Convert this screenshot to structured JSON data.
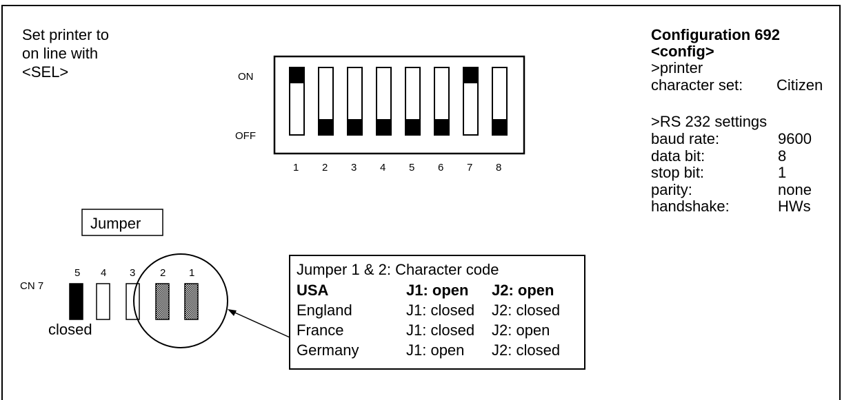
{
  "instruction": {
    "lines": [
      "Set printer to",
      "on line with",
      "<SEL>"
    ]
  },
  "dip_switch": {
    "on_label": "ON",
    "off_label": "OFF",
    "switches": [
      {
        "number": "1",
        "state": "on"
      },
      {
        "number": "2",
        "state": "off"
      },
      {
        "number": "3",
        "state": "off"
      },
      {
        "number": "4",
        "state": "off"
      },
      {
        "number": "5",
        "state": "off"
      },
      {
        "number": "6",
        "state": "off"
      },
      {
        "number": "7",
        "state": "on"
      },
      {
        "number": "8",
        "state": "off"
      }
    ]
  },
  "jumper": {
    "label": "Jumper",
    "connector_label": "CN 7",
    "closed_label": "closed",
    "pins": [
      {
        "number": "5",
        "style": "solid"
      },
      {
        "number": "4",
        "style": "empty"
      },
      {
        "number": "3",
        "style": "empty"
      },
      {
        "number": "2",
        "style": "dotted"
      },
      {
        "number": "1",
        "style": "dotted"
      }
    ]
  },
  "character_code_table": {
    "title": "Jumper 1 & 2: Character code",
    "rows": [
      {
        "country": "USA",
        "j1": "J1: open",
        "j2": "J2: open",
        "bold": true
      },
      {
        "country": "England",
        "j1": "J1: closed",
        "j2": "J2: closed",
        "bold": false
      },
      {
        "country": "France",
        "j1": "J1: closed",
        "j2": "J2: open",
        "bold": false
      },
      {
        "country": "Germany",
        "j1": "J1: open",
        "j2": "J2: closed",
        "bold": false
      }
    ]
  },
  "configuration": {
    "title": "Configuration 692",
    "subtitle": "<config>",
    "printer_header": ">printer",
    "printer_settings": [
      {
        "key": "character set:",
        "value": "Citizen"
      }
    ],
    "rs232_header": ">RS 232 settings",
    "rs232_settings": [
      {
        "key": "baud rate:",
        "value": "9600"
      },
      {
        "key": "data bit:",
        "value": "8"
      },
      {
        "key": "stop bit:",
        "value": "1"
      },
      {
        "key": "parity:",
        "value": "none"
      },
      {
        "key": "handshake:",
        "value": "HWs"
      }
    ]
  }
}
